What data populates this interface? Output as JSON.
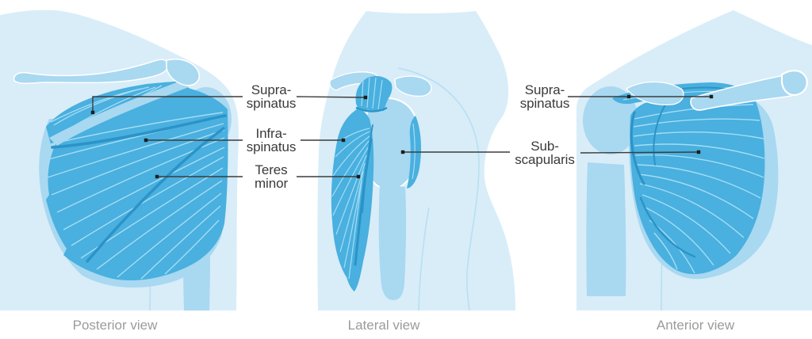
{
  "annotations": {
    "left": [
      {
        "id": "supraspinatus",
        "line1": "Supra-",
        "line2": "spinatus"
      },
      {
        "id": "infraspinatus",
        "line1": "Infra-",
        "line2": "spinatus"
      },
      {
        "id": "teres-minor",
        "line1": "Teres",
        "line2": "minor"
      }
    ],
    "right": [
      {
        "id": "supraspinatus",
        "line1": "Supra-",
        "line2": "spinatus"
      },
      {
        "id": "subscapularis",
        "line1": "Sub-",
        "line2": "scapularis"
      }
    ]
  },
  "captions": {
    "posterior": "Posterior view",
    "lateral": "Lateral view",
    "anterior": "Anterior view"
  },
  "colors": {
    "background": "#ffffff",
    "body_silhouette": "#d8edf8",
    "bone": "#a9d8f1",
    "muscle": "#49b0df",
    "muscle_fiber": "#a5ddf4",
    "muscle_shadow": "#2b93c7",
    "leader_line": "#3c3c3c",
    "leader_dot": "#1d1d1d",
    "label_text": "#3a3a3a",
    "caption_text": "#9b9b9b"
  }
}
